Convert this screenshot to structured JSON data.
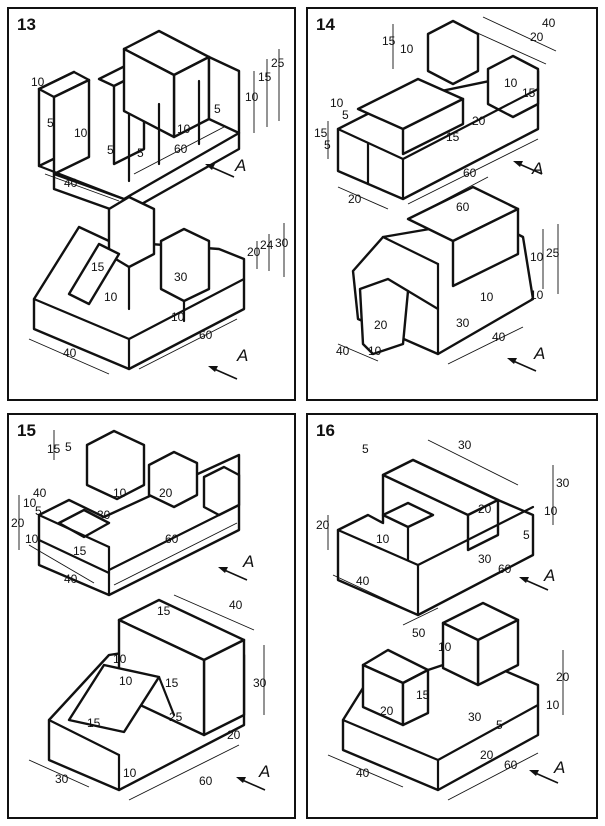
{
  "panels": [
    {
      "number": "13",
      "top": {
        "dims": [
          "10",
          "5",
          "10",
          "5",
          "5",
          "10",
          "60",
          "5",
          "10",
          "15",
          "25",
          "40"
        ],
        "view": "A"
      },
      "bottom": {
        "dims": [
          "15",
          "10",
          "20",
          "24",
          "30",
          "30",
          "10",
          "40",
          "60"
        ],
        "view": "A"
      }
    },
    {
      "number": "14",
      "top": {
        "dims": [
          "40",
          "20",
          "15",
          "10",
          "10",
          "5",
          "15",
          "5",
          "10",
          "15",
          "20",
          "15",
          "20",
          "60"
        ],
        "view": "A"
      },
      "bottom": {
        "dims": [
          "60",
          "10",
          "25",
          "10",
          "10",
          "20",
          "10",
          "30",
          "40",
          "40"
        ],
        "view": "A"
      }
    },
    {
      "number": "15",
      "top": {
        "dims": [
          "15",
          "5",
          "10",
          "20",
          "30",
          "40",
          "5",
          "10",
          "20",
          "10",
          "15",
          "60",
          "40"
        ],
        "view": "A"
      },
      "bottom": {
        "dims": [
          "40",
          "15",
          "10",
          "10",
          "15",
          "30",
          "25",
          "15",
          "20",
          "30",
          "10",
          "60"
        ],
        "view": "A"
      }
    },
    {
      "number": "16",
      "top": {
        "dims": [
          "5",
          "30",
          "30",
          "20",
          "10",
          "20",
          "10",
          "5",
          "30",
          "60",
          "40"
        ],
        "view": "A"
      },
      "bottom": {
        "dims": [
          "50",
          "10",
          "15",
          "20",
          "20",
          "10",
          "30",
          "5",
          "20",
          "60",
          "40"
        ],
        "view": "A"
      }
    }
  ]
}
